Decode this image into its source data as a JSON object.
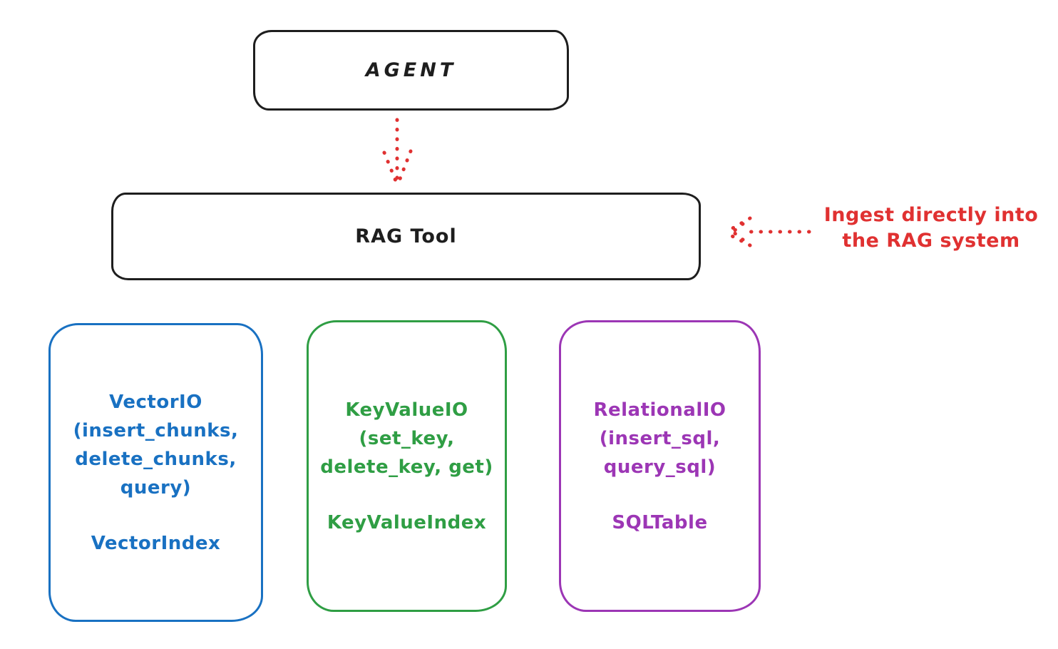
{
  "diagram": {
    "agent_box": {
      "label": "AGENT"
    },
    "rag_tool_box": {
      "label": "RAG Tool"
    },
    "agent_to_rag_arrow": {
      "style": "dotted",
      "color": "#e03131",
      "direction": "down"
    },
    "annotation": {
      "line1": "Ingest directly into",
      "line2": "the RAG system",
      "arrow_style": "dotted",
      "arrow_direction": "left-toward-rag-tool"
    },
    "io_boxes": [
      {
        "id": "vector-io",
        "color": "#1971c2",
        "lines": [
          "VectorIO",
          "(insert_chunks,",
          "delete_chunks,",
          "query)"
        ],
        "index_label": "VectorIndex"
      },
      {
        "id": "keyvalue-io",
        "color": "#2f9e44",
        "lines": [
          "KeyValueIO",
          "(set_key,",
          "delete_key, get)"
        ],
        "index_label": "KeyValueIndex"
      },
      {
        "id": "relational-io",
        "color": "#9c36b5",
        "lines": [
          "RelationalIO",
          "(insert_sql,",
          "query_sql)"
        ],
        "index_label": "SQLTable"
      }
    ],
    "colors": {
      "ink": "#1e1e1e",
      "red": "#e03131",
      "blue": "#1971c2",
      "green": "#2f9e44",
      "purple": "#9c36b5"
    }
  }
}
